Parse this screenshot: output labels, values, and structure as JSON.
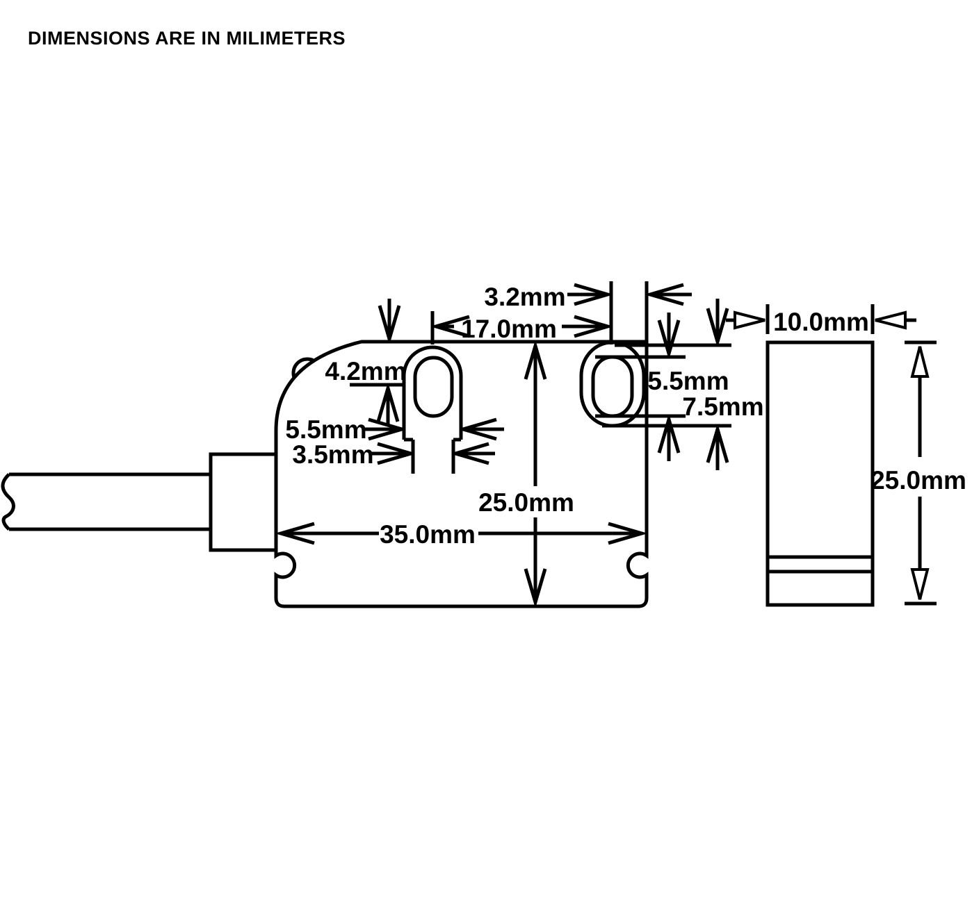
{
  "title": "DIMENSIONS ARE IN MILIMETERS",
  "colors": {
    "ink": "#000000",
    "paper": "#ffffff"
  },
  "front_view": {
    "dim_slot_center_to_edge": "3.2mm",
    "dim_slot_spacing": "17.0mm",
    "dim_slot_top_offset": "4.2mm",
    "dim_left_slot_width": "5.5mm",
    "dim_channel_width": "3.5mm",
    "dim_body_height": "25.0mm",
    "dim_body_width": "35.0mm",
    "dim_right_slot_inner_height": "5.5mm",
    "dim_right_slot_outer_depth": "7.5mm"
  },
  "side_view": {
    "dim_width": "10.0mm",
    "dim_height": "25.0mm"
  }
}
